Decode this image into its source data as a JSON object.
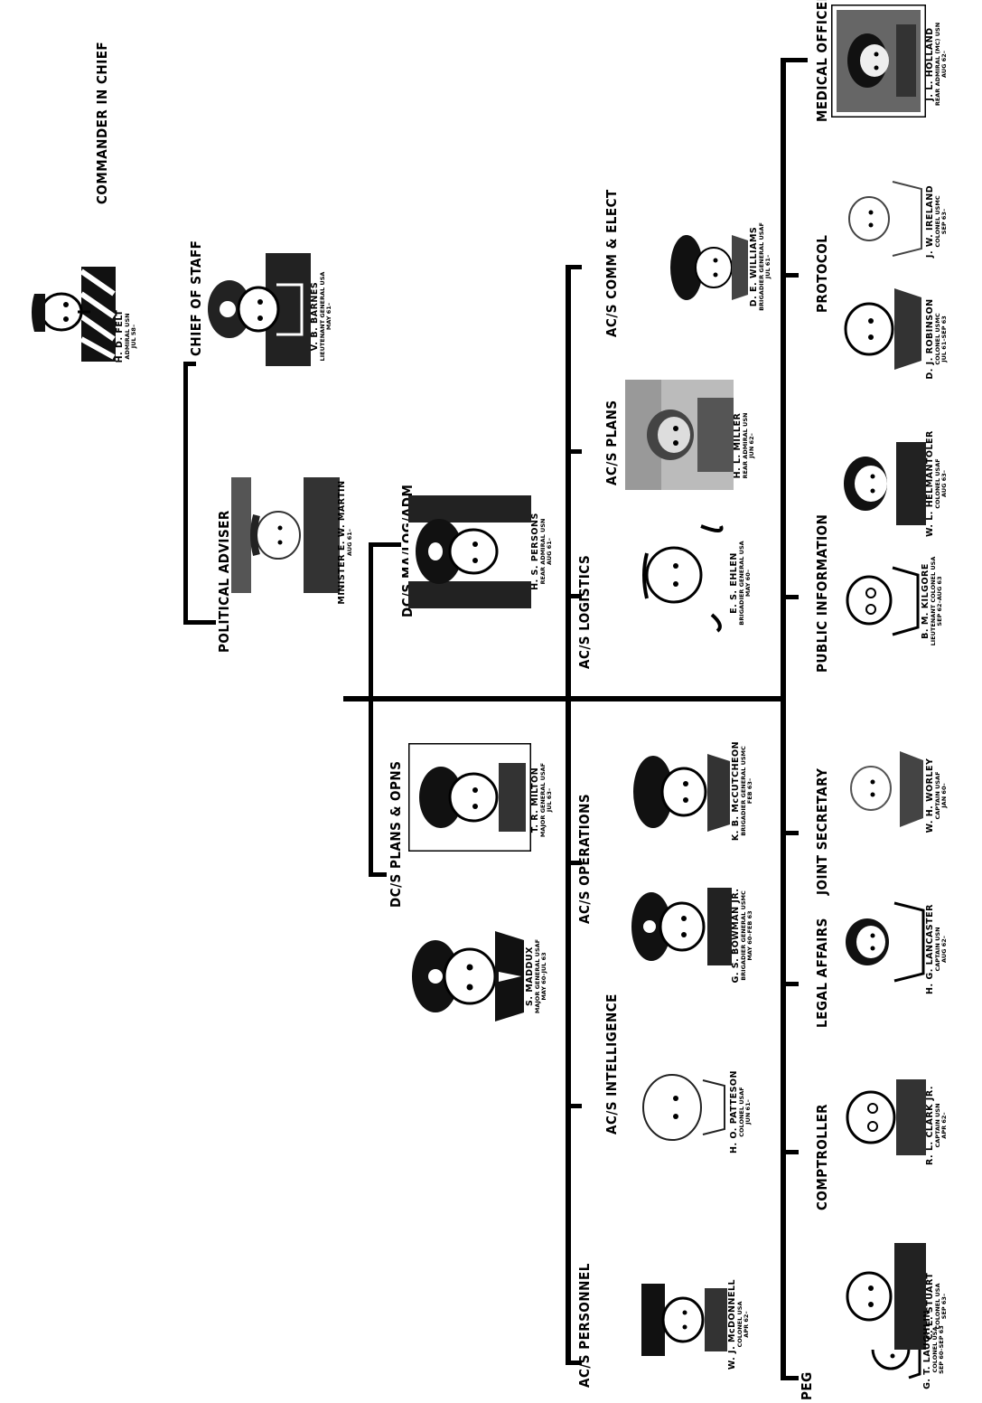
{
  "commander": {
    "title": "COMMANDER IN CHIEF",
    "name": "H. D. FELT",
    "rank": "ADMIRAL USN",
    "dates": "JUL 58–"
  },
  "chief_of_staff": {
    "title": "CHIEF OF STAFF",
    "name": "V. B. BARNES",
    "rank": "LIEUTENANT GENERAL USA",
    "dates": "MAY 61–"
  },
  "political_adviser": {
    "title": "POLITICAL ADVISER",
    "name": "MINISTER E. W. MARTIN",
    "rank": "",
    "dates": "AUG 61–"
  },
  "dcs_plans_opns": {
    "title": "DC/S PLANS & OPNS",
    "people": [
      {
        "name": "S. MADDUX",
        "rank": "MAJOR GENERAL USAF",
        "dates": "MAY 60–JUL 63"
      },
      {
        "name": "T. R. MILTON",
        "rank": "MAJOR GENERAL USAF",
        "dates": "JUL 63–"
      }
    ]
  },
  "dcs_ma_log_adm": {
    "title": "DC/S MA/LOG/ADM",
    "name": "H. S. PERSONS",
    "rank": "REAR ADMIRAL USN",
    "dates": "AUG 61–"
  },
  "acs_personnel": {
    "title": "AC/S PERSONNEL",
    "name": "W. J. McDONNELL",
    "rank": "COLONEL USA",
    "dates": "APR 62–"
  },
  "acs_intelligence": {
    "title": "AC/S INTELLIGENCE",
    "name": "H. O. PATTESON",
    "rank": "COLONEL USAF",
    "dates": "JUN 61–"
  },
  "acs_operations": {
    "title": "AC/S OPERATIONS",
    "people": [
      {
        "name": "G. S. BOWMAN JR.",
        "rank": "BRIGADIER GENERAL USMC",
        "dates": "MAY 60–FEB 63"
      },
      {
        "name": "K. B. McCUTCHEON",
        "rank": "BRIGADIER GENERAL USMC",
        "dates": "FEB 63–"
      }
    ]
  },
  "acs_logistics": {
    "title": "AC/S LOGISTICS",
    "name": "E. S. EHLEN",
    "rank": "BRIGADIER GENERAL USA",
    "dates": "MAY 60–"
  },
  "acs_plans": {
    "title": "AC/S PLANS",
    "name": "H. L. MILLER",
    "rank": "REAR ADMIRAL USN",
    "dates": "JUN 62–"
  },
  "acs_comm_elect": {
    "title": "AC/S COMM & ELECT",
    "name": "D. E. WILLIAMS",
    "rank": "BRIGADIER GENERAL USAF",
    "dates": "JUL 61–"
  },
  "peg": {
    "title": "PEG",
    "people": [
      {
        "name": "G. T. LAUGHLIN",
        "rank": "COLONEL USA",
        "dates": "SEP 60–SEP 63"
      },
      {
        "name": "C. E. STUART",
        "rank": "COLONEL USA",
        "dates": "SEP 63–"
      }
    ]
  },
  "comptroller": {
    "title": "COMPTROLLER",
    "name": "R. L. CLARK JR.",
    "rank": "CAPTAIN USN",
    "dates": "APR 62–"
  },
  "legal_affairs": {
    "title": "LEGAL AFFAIRS",
    "name": "H. G. LANCASTER",
    "rank": "CAPTAIN USN",
    "dates": "AUG 62–"
  },
  "joint_secretary": {
    "title": "JOINT SECRETARY",
    "name": "W. H. WORLEY",
    "rank": "CAPTAIN USAF",
    "dates": "JAN 60–"
  },
  "public_information": {
    "title": "PUBLIC INFORMATION",
    "people": [
      {
        "name": "B. M. KILGORE",
        "rank": "LIEUTENANT COLONEL USA",
        "dates": "SEP 62–AUG 63"
      },
      {
        "name": "W. L. HELMANTOLER",
        "rank": "COLONEL USAF",
        "dates": "AUG 63–"
      }
    ]
  },
  "protocol": {
    "title": "PROTOCOL",
    "people": [
      {
        "name": "D. J. ROBINSON",
        "rank": "COLONEL USMC",
        "dates": "JUL 61–SEP 63"
      },
      {
        "name": "J. W. IRELAND",
        "rank": "COLONEL USMC",
        "dates": "SEP 63–"
      }
    ]
  },
  "medical_officer": {
    "title": "MEDICAL OFFICER",
    "name": "J. L. HOLLAND",
    "rank": "REAR ADMIRAL (MC) USN",
    "dates": "AUG 62–"
  }
}
